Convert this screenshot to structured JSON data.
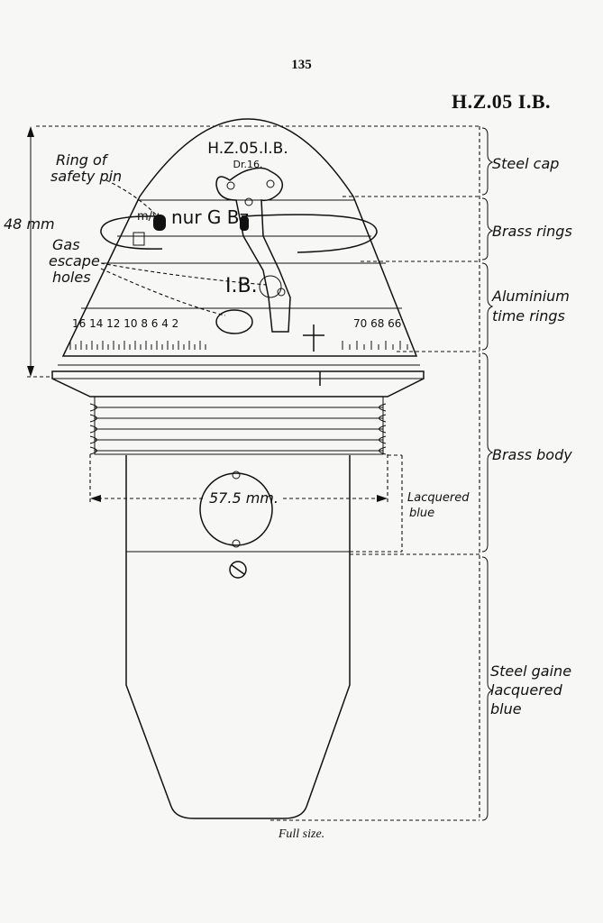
{
  "page_number": "135",
  "title": "H.Z.05 I.B.",
  "fuze_markings": {
    "cap_line1": "H.Z.05.I.B.",
    "cap_line2": "Dr.16.",
    "ring_text_a": "m/v",
    "ring_text_b": "nur G Bz",
    "body_text": "I.B.",
    "scale_left": "16 14 12 10 8 6 4 2",
    "scale_right": "70 68 66"
  },
  "labels": {
    "ring_of_safety_pin": [
      "Ring of",
      "safety pin"
    ],
    "gas_escape_holes": [
      "Gas",
      "escape",
      "holes"
    ],
    "height": "48 mm",
    "diameter": "57.5 mm.",
    "steel_cap": "Steel cap",
    "brass_rings": "Brass rings",
    "aluminium_time_rings": [
      "Aluminium",
      "time rings"
    ],
    "brass_body": "Brass body",
    "lacquered_blue": [
      "Lacquered",
      "blue"
    ],
    "steel_gaine": [
      "Steel gaine",
      "lacquered",
      "blue"
    ]
  },
  "caption": "Full size."
}
